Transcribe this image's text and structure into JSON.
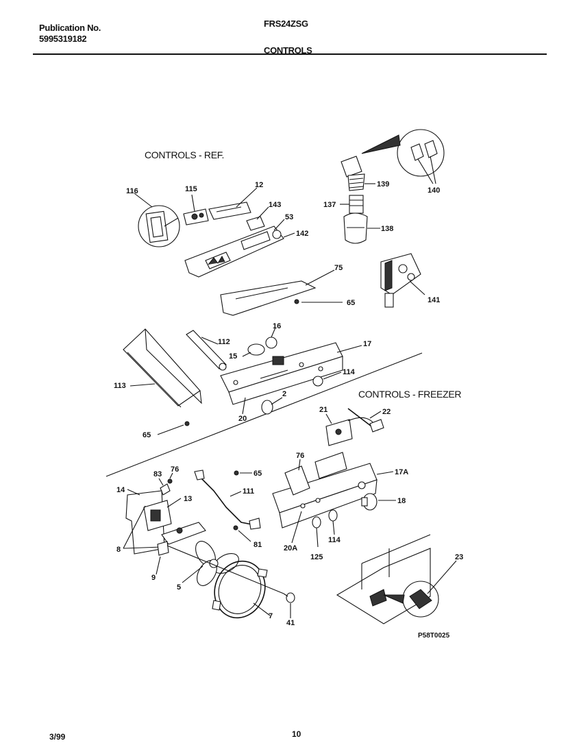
{
  "header": {
    "publication_label": "Publication No.",
    "publication_number": "5995319182",
    "model": "FRS24ZSG",
    "section_title": "CONTROLS"
  },
  "sections": {
    "ref_title": "CONTROLS - REF.",
    "freezer_title": "CONTROLS - FREEZER"
  },
  "callouts": {
    "c116": "116",
    "c115": "115",
    "c12": "12",
    "c143": "143",
    "c53": "53",
    "c142": "142",
    "c139": "139",
    "c137": "137",
    "c138": "138",
    "c140": "140",
    "c141": "141",
    "c75": "75",
    "c65a": "65",
    "c16": "16",
    "c112": "112",
    "c15": "15",
    "c17": "17",
    "c114a": "114",
    "c113": "113",
    "c2": "2",
    "c20": "20",
    "c65b": "65",
    "c21": "21",
    "c22": "22",
    "c76b": "76",
    "c17A": "17A",
    "c18": "18",
    "c83": "83",
    "c76a": "76",
    "c65c": "65",
    "c14": "14",
    "c13": "13",
    "c111": "111",
    "c8": "8",
    "c81": "81",
    "c20A": "20A",
    "c114b": "114",
    "c125": "125",
    "c9": "9",
    "c5": "5",
    "c7": "7",
    "c41": "41",
    "c23": "23"
  },
  "figure_code": "P58T0025",
  "footer": {
    "date": "3/99",
    "page": "10"
  }
}
